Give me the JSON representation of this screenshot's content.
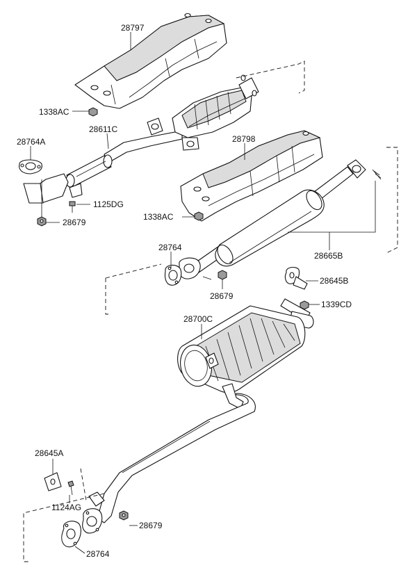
{
  "labels": {
    "l28797": "28797",
    "l1338ac_top": "1338AC",
    "l28611c": "28611C",
    "l28764a": "28764A",
    "l1125dg": "1125DG",
    "l28679_a": "28679",
    "l28798": "28798",
    "l1338ac_mid": "1338AC",
    "l28764_mid": "28764",
    "l28665b": "28665B",
    "l28679_b": "28679",
    "l28645b": "28645B",
    "l1339cd": "1339CD",
    "l28700c": "28700C",
    "l28645a": "28645A",
    "l1124ag": "1124AG",
    "l28679_c": "28679",
    "l28764_bot": "28764"
  }
}
